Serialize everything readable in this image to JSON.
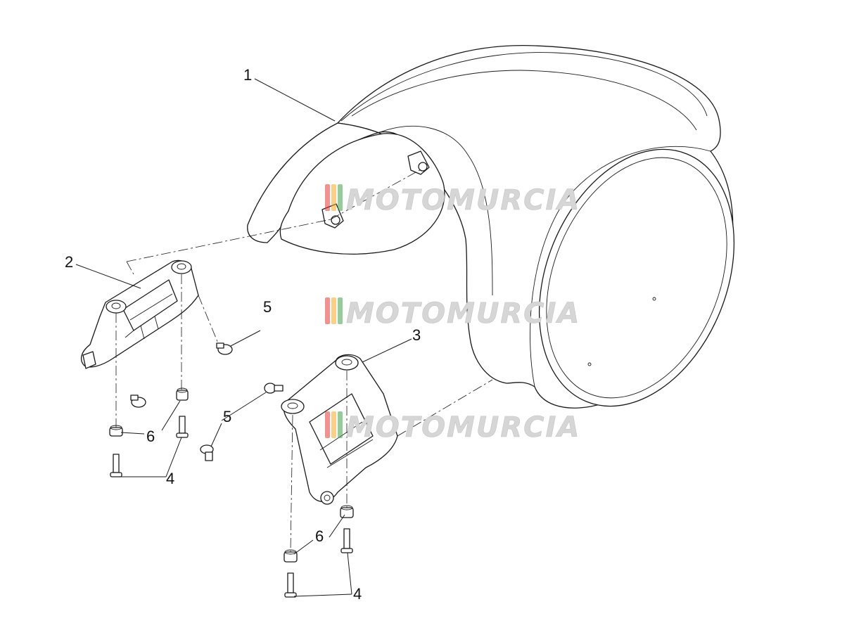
{
  "callouts": {
    "c1": "1",
    "c2": "2",
    "c3": "3",
    "c4a": "4",
    "c4b": "4",
    "c5a": "5",
    "c5b": "5",
    "c6a": "6",
    "c6b": "6"
  },
  "watermark": {
    "text": "MOTOMURCIA",
    "stripe_colors": [
      "#e53935",
      "#f9a825",
      "#43a047"
    ]
  }
}
